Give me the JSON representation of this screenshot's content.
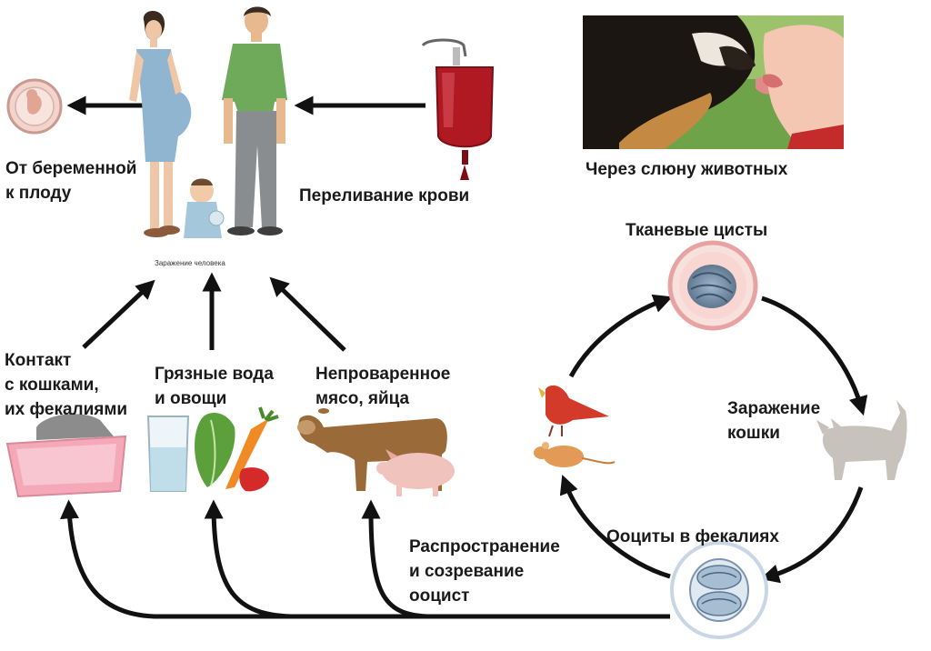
{
  "labels": {
    "pregnant_to_fetus": [
      "От беременной",
      "к плоду"
    ],
    "blood_transfusion": "Переливание крови",
    "animal_saliva": "Через слюну животных",
    "human_infection": "Заражение человека",
    "cat_contact": [
      "Контакт",
      "с кошками,",
      "их фекалиями"
    ],
    "dirty_water": [
      "Грязные вода",
      "и овощи"
    ],
    "undercooked_meat": [
      "Непроваренное",
      "мясо, яйца"
    ],
    "tissue_cysts": "Тканевые цисты",
    "cat_infection": [
      "Заражение",
      "кошки"
    ],
    "oocysts_feces": "Ооциты в фекалиях",
    "spread_maturation": [
      "Распространение",
      "и созревание",
      "ооцист"
    ]
  },
  "colors": {
    "arrow": "#111111",
    "blood": "#b01822",
    "cyst_ring": "#e9a2a2",
    "oocyst_ring": "#c9d6e6",
    "grass": "#5ca03c",
    "cow": "#9a6a38",
    "pig": "#f1c3bd",
    "litter_box": "#f5a9b8",
    "bird": "#d43a2a"
  },
  "icons": [
    "fetus-icon",
    "pregnant-woman-icon",
    "man-icon",
    "baby-icon",
    "blood-bag-icon",
    "dog-kiss-photo",
    "litter-box-icon",
    "water-glass-icon",
    "vegetables-icon",
    "cow-icon",
    "pig-icon",
    "tissue-cyst-icon",
    "cat-icon",
    "oocyst-icon",
    "bird-icon",
    "mouse-icon"
  ]
}
